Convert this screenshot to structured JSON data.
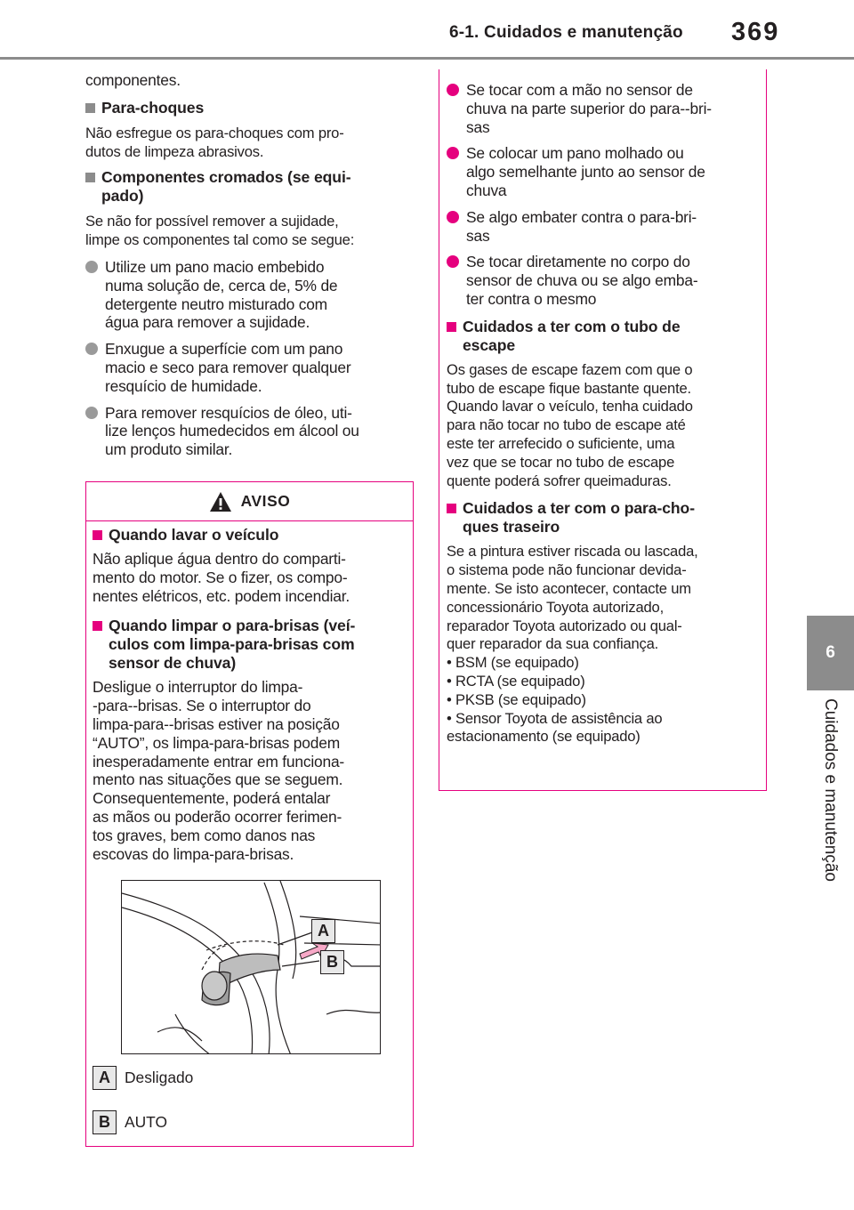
{
  "header": {
    "section": "6-1. Cuidados e manutenção",
    "page_number": "369"
  },
  "side_tab": {
    "number": "6",
    "label": "Cuidados e manutenção"
  },
  "left_column": {
    "intro": "componentes.",
    "bumpers": {
      "heading": "Para-choques",
      "lines": [
        "Não esfregue os para-choques com pro-",
        "dutos de limpeza abrasivos."
      ]
    },
    "chrome": {
      "heading_lines": [
        "Componentes cromados (se equi-",
        "pado)"
      ],
      "lines": [
        "Se não for possível remover a sujidade,",
        "limpe os componentes tal como se segue:"
      ],
      "bullets": [
        [
          "Utilize um pano macio embebido",
          "numa solução de, cerca de, 5% de",
          "detergente neutro misturado com",
          "água para remover a sujidade."
        ],
        [
          "Enxugue a superfície com um pano",
          "macio e seco para remover qualquer",
          "resquício de humidade."
        ],
        [
          "Para remover resquícios de óleo, uti-",
          "lize lenços humedecidos em álcool ou",
          "um produto similar."
        ]
      ]
    }
  },
  "warning_box": {
    "title": "AVISO",
    "washing": {
      "heading": "Quando lavar o veículo",
      "lines": [
        "Não aplique água dentro do comparti-",
        "mento do motor. Se o fizer, os compo-",
        "nentes elétricos, etc. podem incendiar."
      ]
    },
    "windshield": {
      "heading_lines": [
        "Quando limpar o para-brisas (veí-",
        "culos com limpa-para-brisas com",
        "sensor de chuva)"
      ],
      "lines": [
        "Desligue o interruptor do limpa-",
        "-para--brisas. Se o interruptor do",
        "limpa-para--brisas estiver na posição",
        "“AUTO”, os limpa-para-brisas podem",
        "inesperadamente entrar em funciona-",
        "mento nas situações que se seguem.",
        "Consequentemente, poderá entalar",
        "as mãos ou poderão ocorrer ferimen-",
        "tos graves, bem como danos nas",
        "escovas do limpa-para-brisas."
      ]
    },
    "figure": {
      "callout_a": "A",
      "callout_b": "B"
    },
    "legend": [
      {
        "key": "A",
        "text": "Desligado"
      },
      {
        "key": "B",
        "text": "AUTO"
      }
    ]
  },
  "right_column": {
    "bullets": [
      [
        "Se tocar com a mão no sensor de",
        "chuva na parte superior do para--bri-",
        "sas"
      ],
      [
        "Se colocar um pano molhado ou",
        "algo semelhante junto ao sensor de",
        "chuva"
      ],
      [
        "Se algo embater contra o para-bri-",
        "sas"
      ],
      [
        "Se tocar diretamente no corpo do",
        "sensor de chuva ou se algo emba-",
        "ter contra o mesmo"
      ]
    ],
    "exhaust": {
      "heading_lines": [
        "Cuidados a ter com o tubo de",
        "escape"
      ],
      "lines": [
        "Os gases de escape fazem com que o",
        "tubo de escape fique bastante quente.",
        "Quando lavar o veículo, tenha cuidado",
        "para não tocar no tubo de escape até",
        "este ter arrefecido o suficiente, uma",
        "vez que se tocar no tubo de escape",
        "quente poderá sofrer queimaduras."
      ]
    },
    "rear_bumper": {
      "heading_lines": [
        "Cuidados a ter com o para-cho-",
        "ques traseiro"
      ],
      "lines": [
        "Se a pintura estiver riscada ou lascada,",
        "o sistema pode não funcionar devida-",
        "mente. Se isto acontecer, contacte um",
        "concessionário Toyota autorizado,",
        "reparador Toyota autorizado ou qual-",
        "quer reparador da sua confiança.",
        "• BSM (se equipado)",
        "• RCTA (se equipado)",
        "• PKSB (se equipado)",
        "• Sensor Toyota de assistência ao",
        "estacionamento (se equipado)"
      ]
    }
  },
  "colors": {
    "accent": "#e5007e",
    "gray": "#8c8c8c",
    "text": "#231f20"
  }
}
